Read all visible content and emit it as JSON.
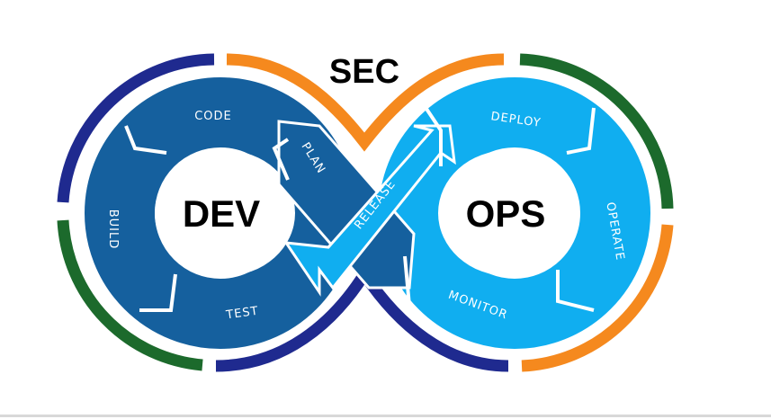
{
  "title": "SEC",
  "loops": {
    "dev": {
      "label": "DEV"
    },
    "ops": {
      "label": "OPS"
    }
  },
  "stages": {
    "plan": "PLAN",
    "code": "CODE",
    "build": "BUILD",
    "test": "TEST",
    "release": "RELEASE",
    "deploy": "DEPLOY",
    "operate": "OPERATE",
    "monitor": "MONITOR"
  },
  "colors": {
    "dev_band": "#15609e",
    "ops_band": "#10aef0",
    "navy": "#1f2a8f",
    "orange": "#f5891e",
    "green": "#1c6a2c"
  }
}
